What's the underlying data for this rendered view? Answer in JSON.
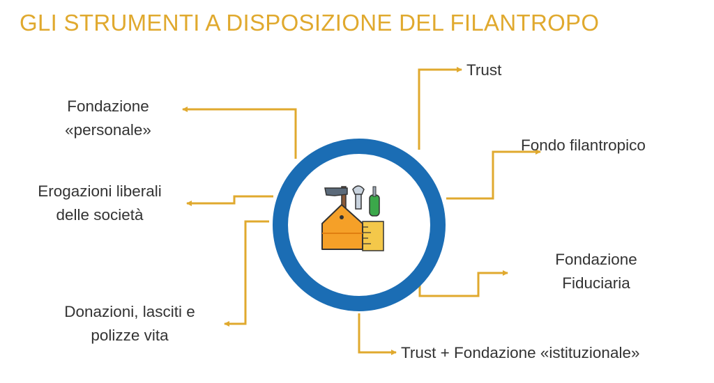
{
  "title": "GLI STRUMENTI A DISPOSIZIONE DEL FILANTROPO",
  "colors": {
    "title": "#E0A92E",
    "ring": "#1B6DB4",
    "connector": "#E0A92E",
    "text": "#333333"
  },
  "center_icon": "toolbox-icon",
  "tools": {
    "trust": {
      "lines": [
        "Trust"
      ]
    },
    "fondo_filantropico": {
      "lines": [
        "Fondo filantropico"
      ]
    },
    "fondazione_fiduciaria": {
      "lines": [
        "Fondazione",
        "Fiduciaria"
      ]
    },
    "trust_fondazione_istituzionale": {
      "lines": [
        "Trust + Fondazione «istituzionale»"
      ]
    },
    "fondazione_personale": {
      "lines": [
        "Fondazione",
        "«personale»"
      ]
    },
    "erogazioni_liberali": {
      "lines": [
        "Erogazioni liberali",
        "delle società"
      ]
    },
    "donazioni_lasciti": {
      "lines": [
        "Donazioni, lasciti e",
        "polizze vita"
      ]
    }
  }
}
